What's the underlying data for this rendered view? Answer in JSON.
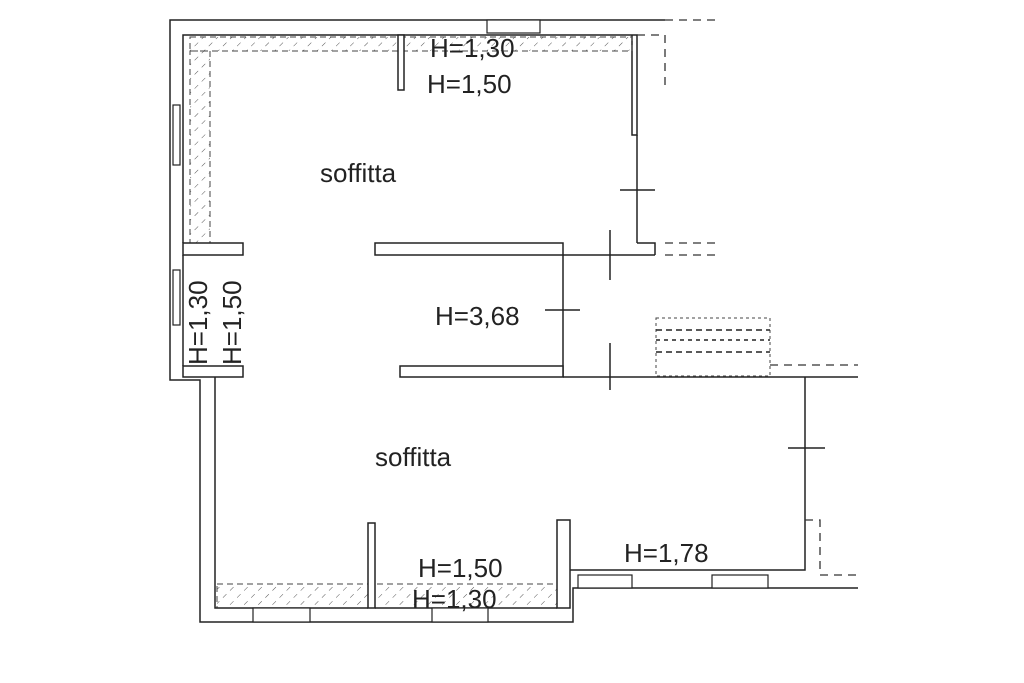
{
  "rooms": [
    {
      "name": "soffitta"
    },
    {
      "name": "soffitta"
    }
  ],
  "heights": {
    "top_low": "H=1,30",
    "top_high": "H=1,50",
    "left_low": "H=1,30",
    "left_high": "H=1,50",
    "center": "H=3,68",
    "bottom_high": "H=1,50",
    "bottom_low": "H=1,30",
    "right": "H=1,78"
  }
}
